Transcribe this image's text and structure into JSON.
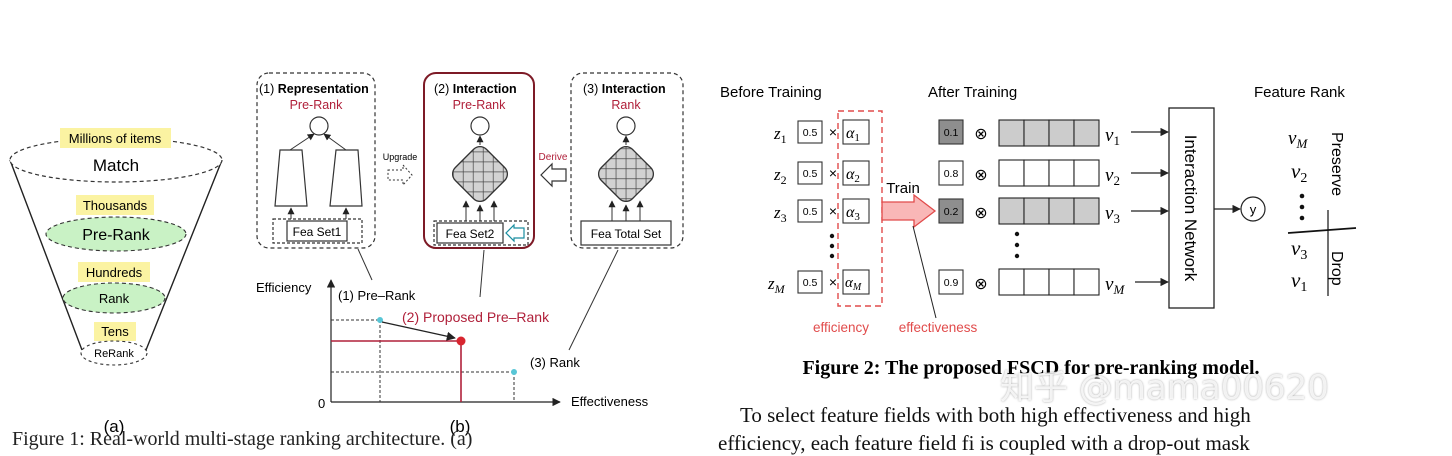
{
  "funnel": {
    "stages": [
      {
        "tag": "Millions of items",
        "label": "Match"
      },
      {
        "tag": "Thousands",
        "label": "Pre-Rank"
      },
      {
        "tag": "Hundreds",
        "label": "Rank"
      },
      {
        "tag": "Tens",
        "label": "ReRank"
      }
    ],
    "sublabel": "(a)",
    "colors": {
      "tag": "#fbf3a2",
      "ellipse": "#c9f2c5"
    }
  },
  "panel_b": {
    "boxes": [
      {
        "num": "(1)",
        "title": "Representation",
        "sub": "Pre-Rank",
        "feature": "Fea Set1"
      },
      {
        "num": "(2)",
        "title": "Interaction",
        "sub": "Pre-Rank",
        "feature": "Fea Set2"
      },
      {
        "num": "(3)",
        "title": "Interaction",
        "sub": "Rank",
        "feature": "Fea Total Set"
      }
    ],
    "upgrade_label": "Upgrade",
    "derive_label": "Derive",
    "y_axis_label": "Efficiency",
    "x_axis_label": "Effectiveness",
    "origin": "0",
    "points": [
      {
        "label": "(1) Pre–Rank"
      },
      {
        "label": "(2) Proposed Pre–Rank"
      },
      {
        "label": "(3) Rank"
      }
    ],
    "sublabel": "(b)",
    "colors": {
      "accent": "#b0203a",
      "proposed": "#d8252f",
      "point": "#58c6d6"
    }
  },
  "figure2": {
    "before_title": "Before Training",
    "after_title": "After Training",
    "rank_title": "Feature Rank",
    "rows": [
      {
        "z": "z",
        "zsub": "1",
        "init": "0.5",
        "alpha_sub": "1",
        "trained": "0.1",
        "v_sub": "1",
        "filled": true,
        "dark": true
      },
      {
        "z": "z",
        "zsub": "2",
        "init": "0.5",
        "alpha_sub": "2",
        "trained": "0.8",
        "v_sub": "2",
        "filled": false,
        "dark": false
      },
      {
        "z": "z",
        "zsub": "3",
        "init": "0.5",
        "alpha_sub": "3",
        "trained": "0.2",
        "v_sub": "3",
        "filled": true,
        "dark": true
      },
      {
        "z": "z",
        "zsub": "M",
        "init": "0.5",
        "alpha_sub": "M",
        "trained": "0.9",
        "v_sub": "M",
        "filled": false,
        "dark": false
      }
    ],
    "times": "×",
    "otimes": "⊗",
    "train_label": "Train",
    "network_label": "Interaction Network",
    "output_label": "y",
    "efficiency_label": "efficiency",
    "effectiveness_label": "effectiveness",
    "rank_top": [
      {
        "sub": "M"
      },
      {
        "sub": "2"
      }
    ],
    "rank_bottom": [
      {
        "sub": "3"
      },
      {
        "sub": "1"
      }
    ],
    "preserve_label": "Preserve",
    "drop_label": "Drop",
    "caption": "Figure 2: The proposed FSCD for pre-ranking model.",
    "colors": {
      "red": "#e14b4b",
      "arrow_fill": "#f9b7b7",
      "grey": "#cccccc",
      "dark": "#8e8e8e"
    }
  },
  "body_text": {
    "left_line": "Figure 1: Real-world multi-stage ranking architecture. (a)",
    "right_line": "To select feature fields with both high effectiveness and high",
    "right_line2": "efficiency, each feature field fi is coupled with a drop-out mask"
  },
  "watermark": "知乎 @mama00620"
}
